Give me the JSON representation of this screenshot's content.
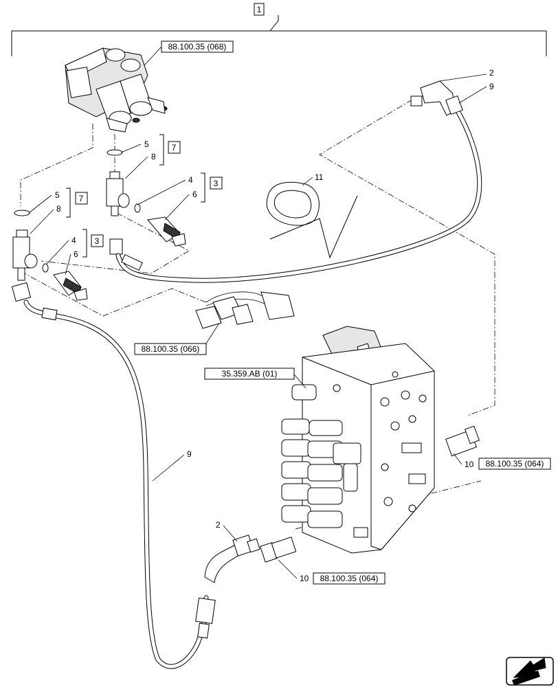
{
  "assembly_ref": "1",
  "refs": {
    "top_valve": "88.100.35 (068)",
    "harness": "88.100.35 (066)",
    "control_valve": "35.359.AB (01)",
    "fitting_right": "88.100.35 (064)",
    "fitting_bottom": "88.100.35 (064)"
  },
  "callouts": {
    "n2_top": "2",
    "n9_top": "9",
    "n11": "11",
    "n5_a": "5",
    "n8_a": "8",
    "n7_a": "7",
    "n4_a": "4",
    "n6_a": "6",
    "n3_a": "3",
    "n5_b": "5",
    "n8_b": "8",
    "n7_b": "7",
    "n4_b": "4",
    "n6_b": "6",
    "n3_b": "3",
    "n9_mid": "9",
    "n2_bot": "2",
    "n10_right": "10",
    "n10_bot": "10"
  },
  "icons": {
    "corner": "arrow-icon"
  }
}
